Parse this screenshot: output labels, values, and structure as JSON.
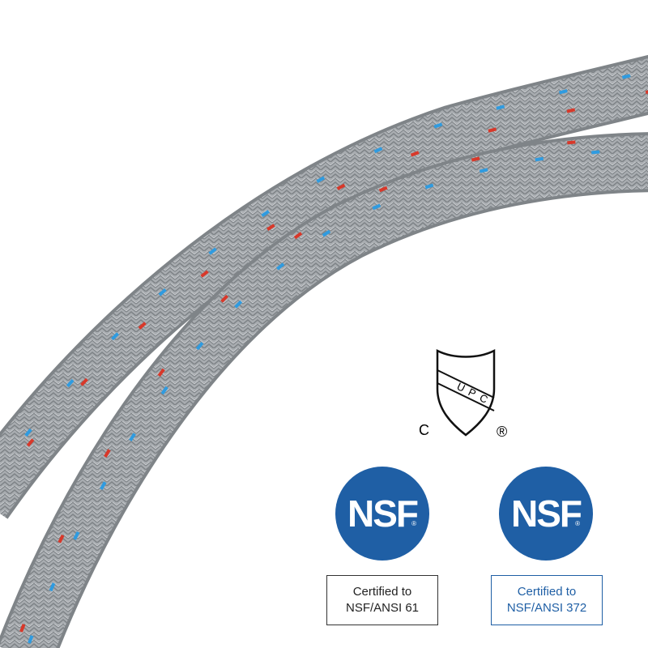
{
  "upc_mark": {
    "letters": [
      "U",
      "P",
      "C"
    ],
    "left_mark": "C",
    "registered": "®"
  },
  "nsf_logos": [
    {
      "text": "NSF",
      "registered": "®",
      "color": "#1f5fa5"
    },
    {
      "text": "NSF",
      "registered": "®",
      "color": "#1f5fa5"
    }
  ],
  "certifications": [
    {
      "line1": "Certified to",
      "line2": "NSF/ANSI 61"
    },
    {
      "line1": "Certified to",
      "line2": "NSF/ANSI 372"
    }
  ],
  "colors": {
    "braid": "#a9adb1",
    "braid_dark": "#7f8488",
    "blue_tracer": "#2f9be0",
    "red_tracer": "#d8382a",
    "nsf_blue": "#1f5fa5"
  }
}
